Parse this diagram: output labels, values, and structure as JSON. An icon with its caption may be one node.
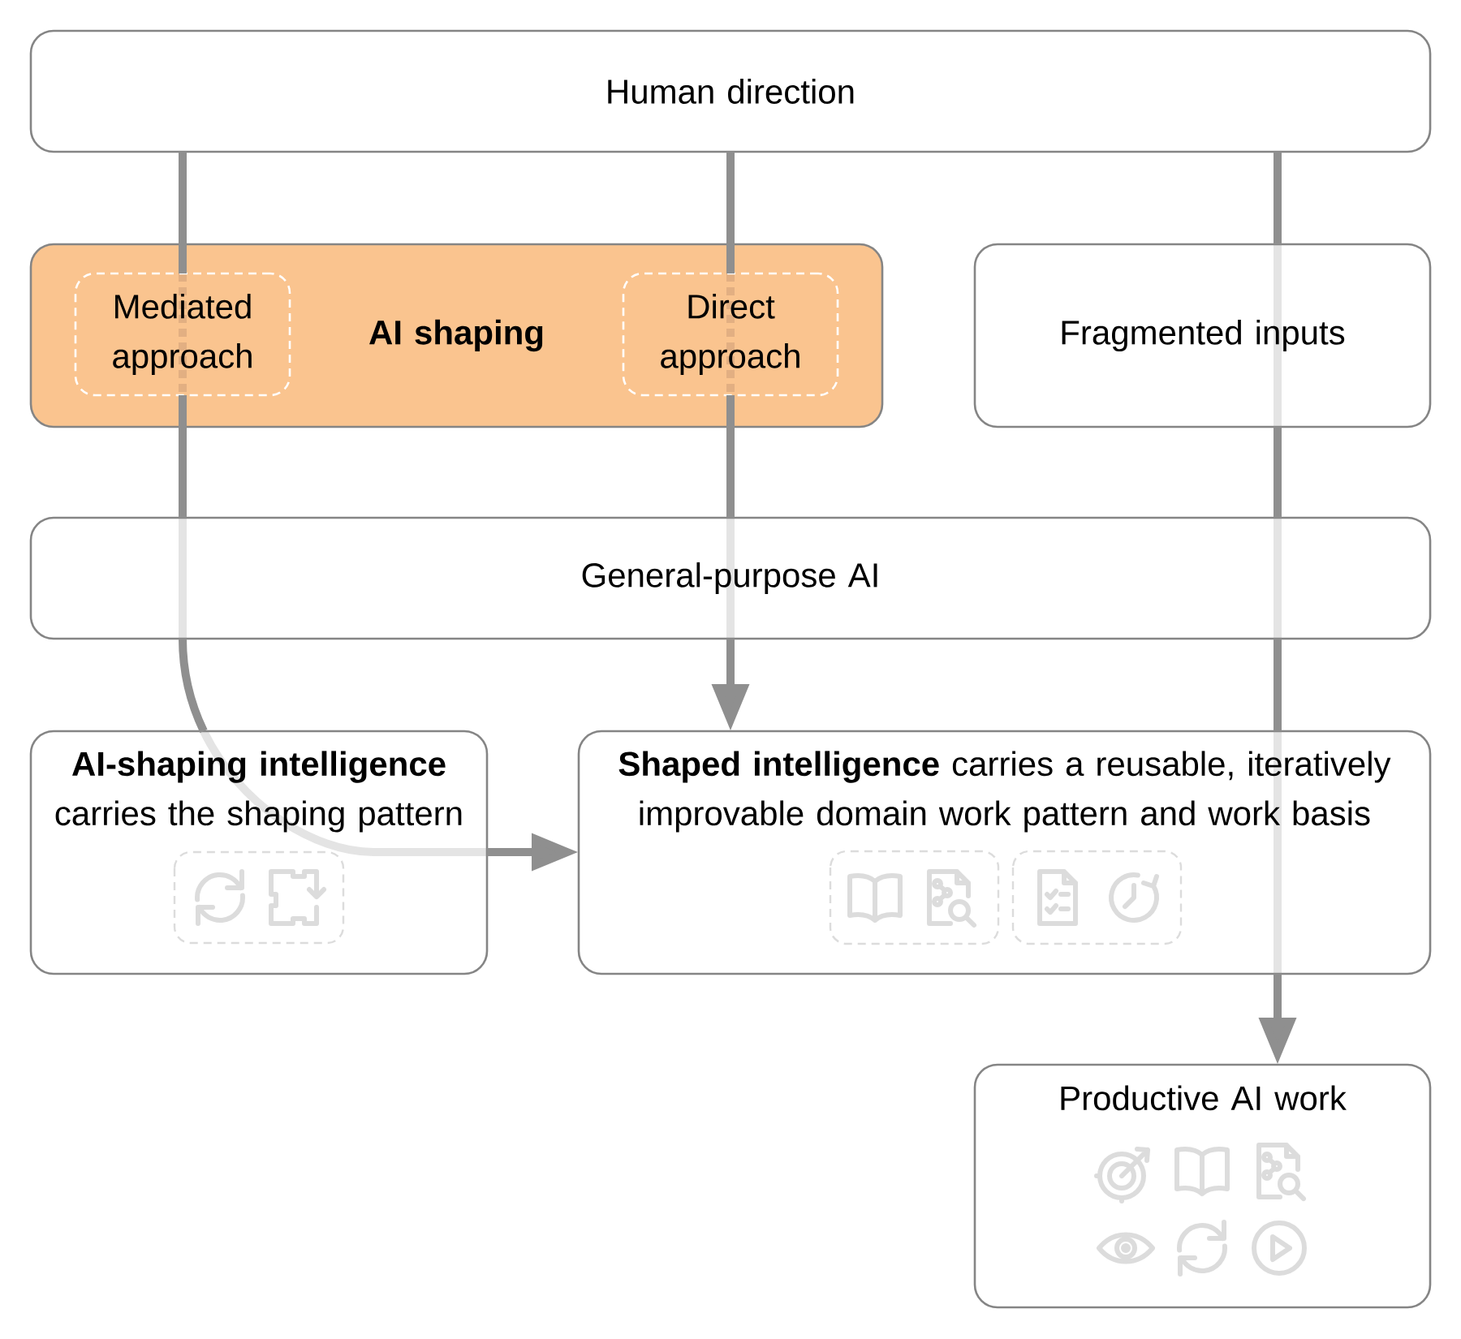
{
  "diagram": {
    "nodes": [
      {
        "text": [
          "Human direction"
        ]
      },
      {
        "text": [
          "AI shaping"
        ]
      },
      {
        "text": [
          "Mediated approach"
        ],
        "in": 1
      },
      {
        "text": [
          "Direct approach"
        ],
        "in": 1
      },
      {
        "text": [
          "Fragmented inputs"
        ]
      },
      {
        "text": [
          "General-purpose AI"
        ]
      },
      {
        "text": [
          "AI-shaping intelligence",
          "carries the shaping pattern"
        ]
      },
      {
        "text": [
          "**Shaped intelligence** carries a reusable, iteratively improvable domain work pattern and work basis"
        ]
      },
      {
        "text": [
          "Productive AI work"
        ]
      }
    ],
    "edges": [
      {
        "from": 0,
        "to": 2,
        "arrow": "none"
      },
      {
        "from": 0,
        "to": 3,
        "arrow": "none"
      },
      {
        "from": 0,
        "to": 4,
        "arrow": "none"
      },
      {
        "from": 2,
        "to": 5,
        "arrow": "none"
      },
      {
        "from": 3,
        "to": 5,
        "arrow": "none"
      },
      {
        "from": 4,
        "to": 5,
        "arrow": "none"
      },
      {
        "from": 5,
        "to": 6,
        "arrow": "none"
      },
      {
        "from": 5,
        "to": 7,
        "arrow": "to"
      },
      {
        "from": 5,
        "to": 7,
        "arrow": "none"
      },
      {
        "from": 6,
        "to": 7,
        "arrow": "to"
      },
      {
        "from": 7,
        "to": 8,
        "arrow": "to"
      }
    ]
  }
}
